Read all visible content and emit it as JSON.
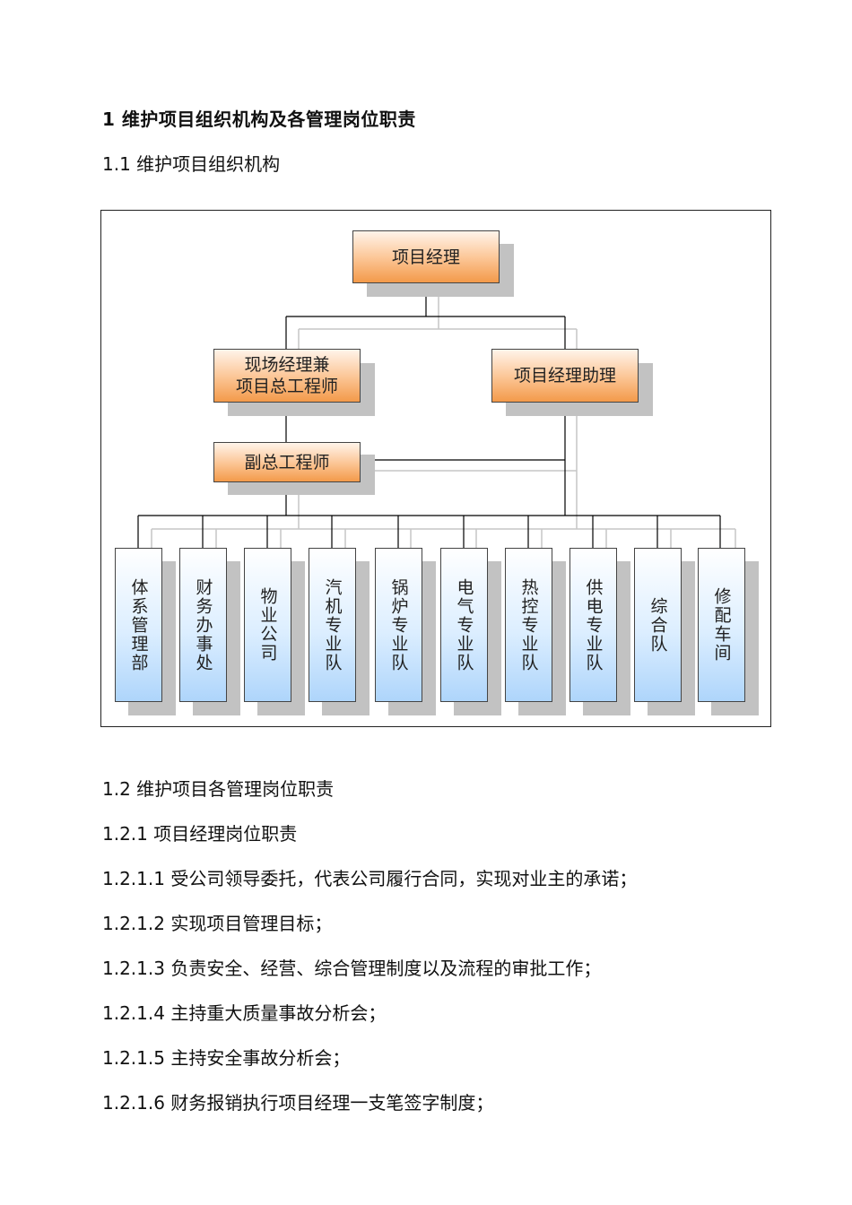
{
  "heading1": "1  维护项目组织机构及各管理岗位职责",
  "heading2": "1.1  维护项目组织机构",
  "org_chart": {
    "top": "项目经理",
    "left_manager": "现场经理兼\n项目总工程师",
    "right_manager": "项目经理助理",
    "deputy": "副总工程师",
    "departments": [
      "体系管理部",
      "财务办事处",
      "物业公司",
      "汽机专业队",
      "锅炉专业队",
      "电气专业队",
      "热控专业队",
      "供电专业队",
      "综合队",
      "修配车间"
    ]
  },
  "paragraphs": [
    "1.2  维护项目各管理岗位职责",
    "1.2.1  项目经理岗位职责",
    "1.2.1.1  受公司领导委托，代表公司履行合同，实现对业主的承诺；",
    "1.2.1.2  实现项目管理目标；",
    "1.2.1.3  负责安全、经营、综合管理制度以及流程的审批工作；",
    "1.2.1.4  主持重大质量事故分析会；",
    "1.2.1.5 主持安全事故分析会；",
    "1.2.1.6  财务报销执行项目经理一支笔签字制度；"
  ]
}
